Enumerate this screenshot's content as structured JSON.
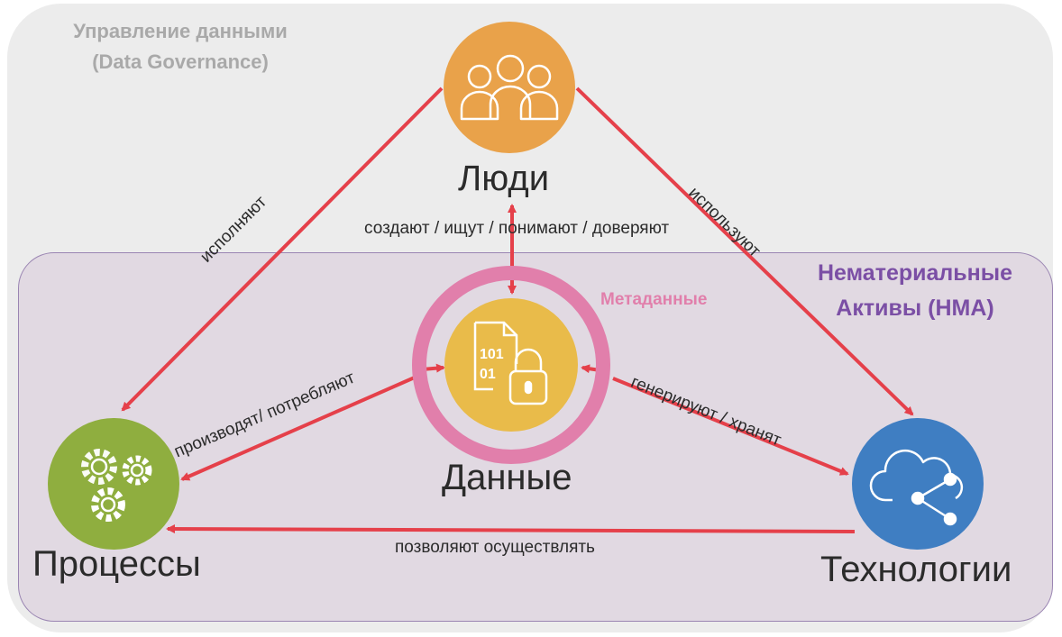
{
  "regions": {
    "governance_title": "Управление данными",
    "governance_subtitle": "(Data Governance)",
    "nma_title_line1": "Нематериальные",
    "nma_title_line2": "Активы (НМА)",
    "metadata_title": "Метаданные"
  },
  "nodes": {
    "people": "Люди",
    "data": "Данные",
    "processes": "Процессы",
    "technologies": "Технологии"
  },
  "edges": {
    "people_data": "создают / ищут / понимают / доверяют",
    "people_processes": "исполняют",
    "people_technologies": "используют",
    "data_processes": "производят/ потребляют",
    "data_technologies": "генерируют / хранят",
    "technologies_processes": "позволяют осуществлять"
  },
  "colors": {
    "people": "#e9a24a",
    "data": "#e9bb4a",
    "metadata_ring": "#e17fab",
    "processes": "#8fae3f",
    "technologies": "#3f7ec2",
    "arrow": "#e5404a",
    "nma": "#7b4fa5"
  },
  "icons": {
    "people": "people-group-icon",
    "data": "binary-file-lock-icon",
    "processes": "gears-icon",
    "technologies": "cloud-share-icon"
  }
}
